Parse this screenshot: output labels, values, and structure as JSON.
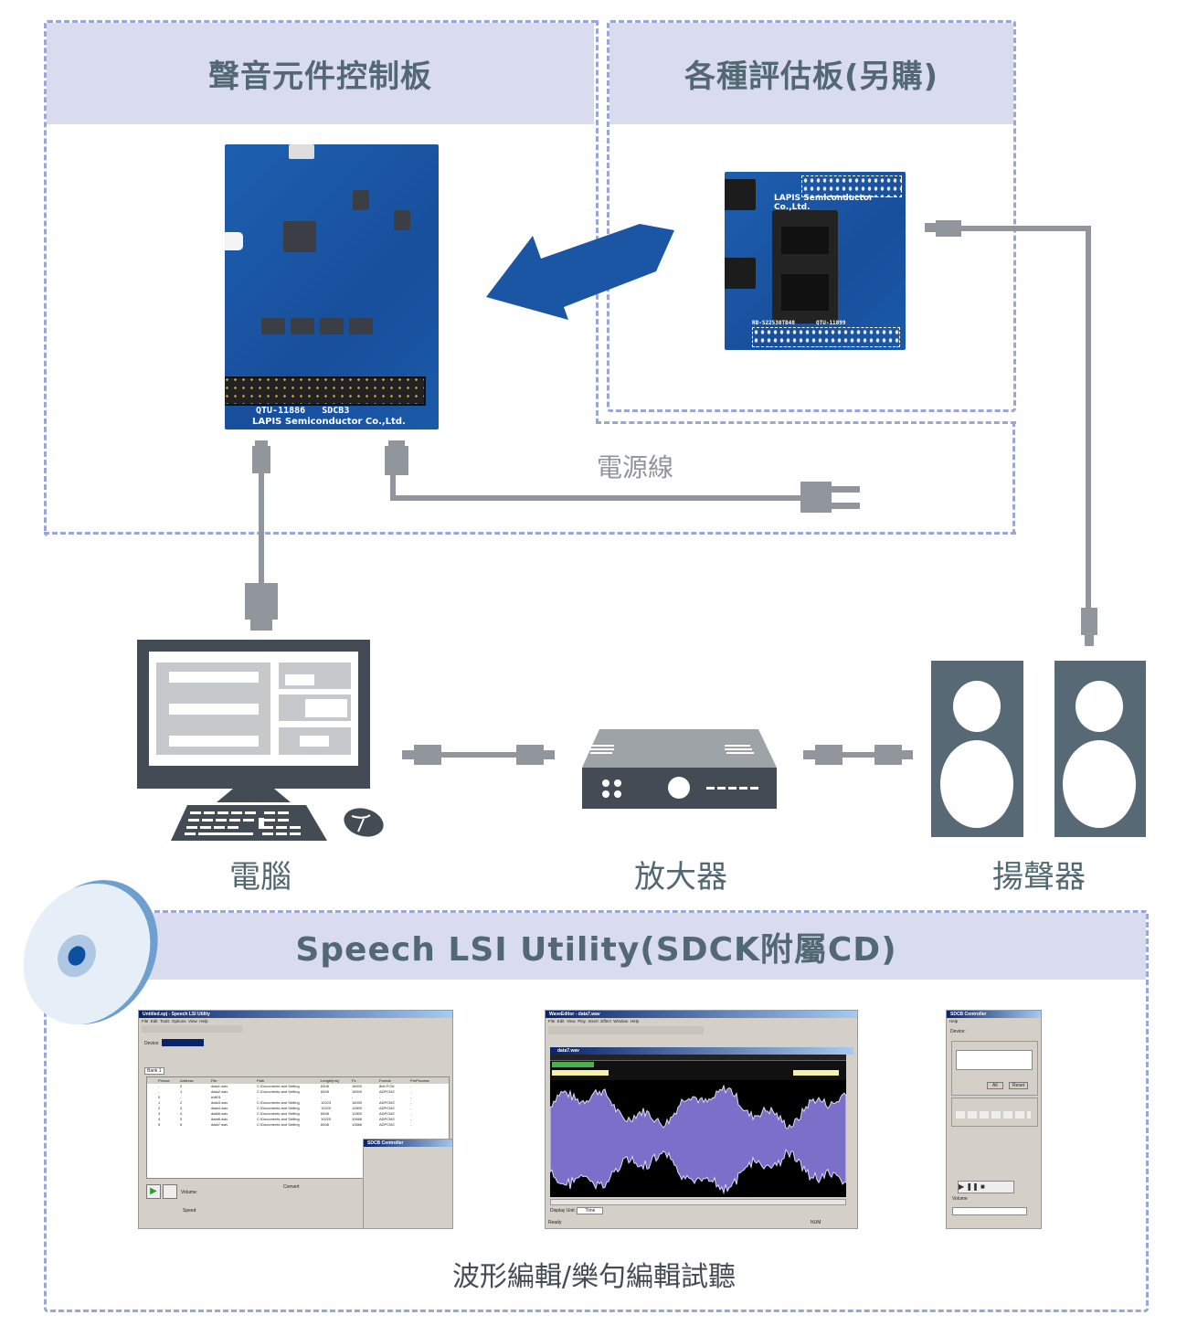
{
  "panels": {
    "sound_control_board": {
      "title": "聲音元件控制板"
    },
    "evaluation_boards": {
      "title": "各種評估板(另購)"
    },
    "software_cd": {
      "title": "Speech LSI Utility(SDCK附屬CD)"
    }
  },
  "boards": {
    "control_board": {
      "model": "QTU-11886",
      "name": "SDCB3",
      "maker": "LAPIS Semiconductor Co.,Ltd."
    },
    "eval_board": {
      "model": "QTU-11899",
      "socket": "RB-S22530TB48",
      "maker": "LAPIS Semiconductor Co.,Ltd."
    }
  },
  "cables": {
    "power_cable_label": "電源線"
  },
  "devices": {
    "pc": {
      "label": "電腦"
    },
    "amplifier": {
      "label": "放大器"
    },
    "speakers": {
      "label": "揚聲器"
    }
  },
  "screenshots": {
    "utility": {
      "title": "Untitled.spj - Speech LSI Utility",
      "menu": [
        "File",
        "Edit",
        "Tools",
        "Options",
        "View",
        "Help"
      ],
      "device_label": "Device:",
      "bank_tab": "Bank 1",
      "columns": [
        "Phrase",
        "Address",
        "File",
        "Path",
        "Length[ms]",
        "Fs",
        "Format",
        "PreProcess"
      ],
      "rows": [
        [
          "-",
          "0",
          "data1.wav",
          "C:\\Documents and Setting",
          "8408",
          "16000",
          "8bit PCM",
          "-"
        ],
        [
          "-",
          "1",
          "data2.wav",
          "C:\\Documents and Setting",
          "8408",
          "16000",
          "ADPCM2",
          "-"
        ],
        [
          "0",
          "-",
          "edit01",
          "-",
          "-",
          "-",
          "-",
          "-"
        ],
        [
          "1",
          "2",
          "data3.wav",
          "C:\\Documents and Setting",
          "10223",
          "16000",
          "ADPCM2",
          "-"
        ],
        [
          "2",
          "3",
          "data4.wav",
          "C:\\Documents and Setting",
          "10220",
          "12800",
          "ADPCM2",
          "-"
        ],
        [
          "3",
          "4",
          "data5.wav",
          "C:\\Documents and Setting",
          "8408",
          "12800",
          "ADPCM2",
          "-"
        ],
        [
          "4",
          "5",
          "data6.wav",
          "C:\\Documents and Setting",
          "10220",
          "10666",
          "ADPCM2",
          "-"
        ],
        [
          "5",
          "6",
          "data7.wav",
          "C:\\Documents and Setting",
          "8408",
          "10666",
          "ADPCM2",
          "-"
        ]
      ],
      "volume_label": "Volume:",
      "speed_label": "Speed",
      "convert_label": "Convert"
    },
    "wave_editor": {
      "title": "WaveEditor - data7.wav",
      "menu": [
        "File",
        "Edit",
        "View",
        "Play",
        "Insert",
        "Effect",
        "Window",
        "Help"
      ],
      "doc_title": "data7.wav",
      "display_unit_label": "Display Unit:",
      "display_unit_value": "Time",
      "status": "Ready",
      "num_indicator": "NUM"
    },
    "controller": {
      "title": "SDCB Controller",
      "menu": [
        "Help"
      ],
      "device_label": "Device:",
      "all_button": "All",
      "reset_button": "Reset",
      "volume_label": "Volume"
    }
  },
  "footer": {
    "caption": "波形編輯/樂句編輯試聽"
  },
  "colors": {
    "panel_border": "#9aa6d6",
    "panel_header": "#d9dbef",
    "text": "#526873",
    "cable": "#91969c",
    "arrow": "#1a56a3",
    "device_dark": "#434c55",
    "speaker": "#566974"
  }
}
